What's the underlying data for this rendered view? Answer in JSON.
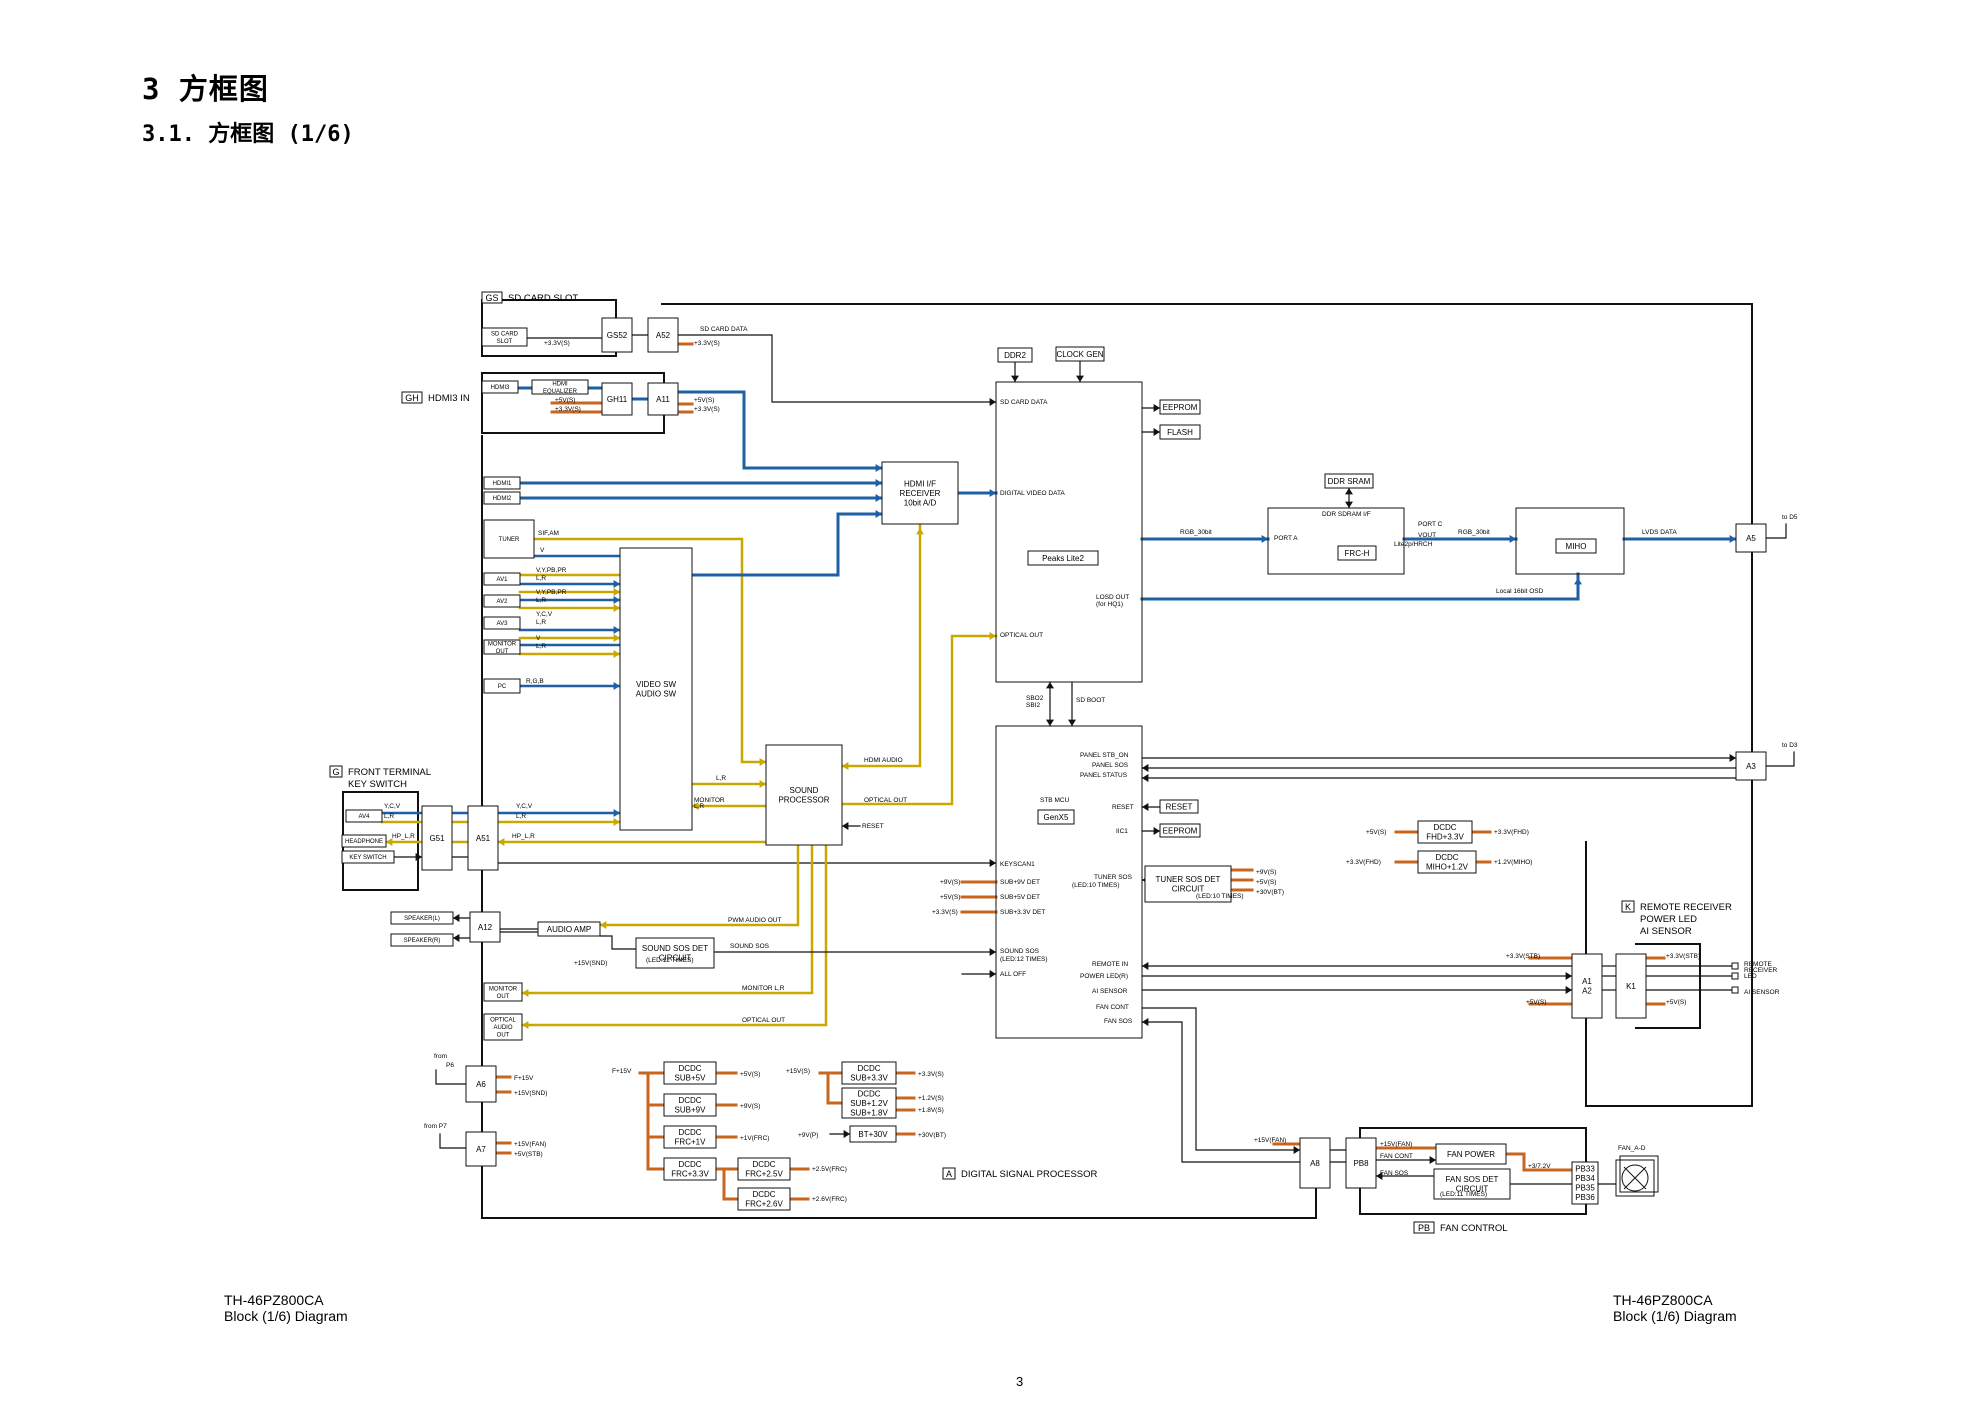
{
  "heading": {
    "chapter": "3  方框图",
    "section": "3.1.  方框图 (1/6)"
  },
  "footer": {
    "left_model": "TH-46PZ800CA",
    "left_title": "Block (1/6) Diagram",
    "right_model": "TH-46PZ800CA",
    "right_title": "Block (1/6) Diagram",
    "page_number": "3"
  },
  "colors": {
    "blue": "#1f5fa3",
    "yellow": "#c9a800",
    "orange": "#c8661e",
    "line": "#111111"
  },
  "board_labels": [
    {
      "tag": "GS",
      "name": "SD CARD SLOT"
    },
    {
      "tag": "GH",
      "name": "HDMI3 IN"
    },
    {
      "tag": "G",
      "name": "FRONT TERMINAL",
      "name2": "KEY SWITCH"
    },
    {
      "tag": "K",
      "name": "REMOTE RECEIVER",
      "name2": "POWER LED",
      "name3": "AI SENSOR"
    },
    {
      "tag": "A",
      "name": "DIGITAL SIGNAL PROCESSOR"
    },
    {
      "tag": "PB",
      "name": "FAN CONTROL"
    }
  ],
  "blocks": [
    {
      "id": "sdslot",
      "lines": [
        "SD CARD",
        "SLOT"
      ]
    },
    {
      "id": "gs52",
      "lines": [
        "GS52"
      ]
    },
    {
      "id": "a52",
      "lines": [
        "A52"
      ]
    },
    {
      "id": "hdmi3",
      "lines": [
        "HDMI3"
      ]
    },
    {
      "id": "hdmieq",
      "lines": [
        "HDMI",
        "EQUALIZER"
      ]
    },
    {
      "id": "gh11",
      "lines": [
        "GH11"
      ]
    },
    {
      "id": "a11",
      "lines": [
        "A11"
      ]
    },
    {
      "id": "hdmi1",
      "lines": [
        "HDMI1"
      ]
    },
    {
      "id": "hdmi2",
      "lines": [
        "HDMI2"
      ]
    },
    {
      "id": "tuner",
      "lines": [
        "TUNER"
      ]
    },
    {
      "id": "av1",
      "lines": [
        "AV1"
      ]
    },
    {
      "id": "av2",
      "lines": [
        "AV2"
      ]
    },
    {
      "id": "av3",
      "lines": [
        "AV3"
      ]
    },
    {
      "id": "monout1",
      "lines": [
        "MONITOR",
        "OUT"
      ]
    },
    {
      "id": "pc",
      "lines": [
        "PC"
      ]
    },
    {
      "id": "videosw",
      "lines": [
        "VIDEO SW",
        "AUDIO SW"
      ]
    },
    {
      "id": "hdmiif",
      "lines": [
        "HDMI I/F",
        "RECEIVER",
        "10bit A/D"
      ]
    },
    {
      "id": "ddr2",
      "lines": [
        "DDR2"
      ]
    },
    {
      "id": "clockgen",
      "lines": [
        "CLOCK GEN"
      ]
    },
    {
      "id": "eeprom1",
      "lines": [
        "EEPROM"
      ]
    },
    {
      "id": "flash",
      "lines": [
        "FLASH"
      ]
    },
    {
      "id": "peaks",
      "lines": [
        "Peaks Lite2"
      ]
    },
    {
      "id": "ddrsram",
      "lines": [
        "DDR SRAM"
      ]
    },
    {
      "id": "frch",
      "lines": [
        "FRC-H"
      ]
    },
    {
      "id": "miho",
      "lines": [
        "MIHO"
      ]
    },
    {
      "id": "a5",
      "lines": [
        "A5"
      ]
    },
    {
      "id": "a3",
      "lines": [
        "A3"
      ]
    },
    {
      "id": "sound",
      "lines": [
        "SOUND",
        "PROCESSOR"
      ]
    },
    {
      "id": "genx5",
      "lines": [
        "GenX5"
      ]
    },
    {
      "id": "reset",
      "lines": [
        "RESET"
      ]
    },
    {
      "id": "eeprom2",
      "lines": [
        "EEPROM"
      ]
    },
    {
      "id": "tunersos",
      "lines": [
        "TUNER SOS DET",
        "CIRCUIT"
      ]
    },
    {
      "id": "dcdc_fhd",
      "lines": [
        "DCDC",
        "FHD+3.3V"
      ]
    },
    {
      "id": "dcdc_miho",
      "lines": [
        "DCDC",
        "MIHO+1.2V"
      ]
    },
    {
      "id": "av4",
      "lines": [
        "AV4"
      ]
    },
    {
      "id": "headphone",
      "lines": [
        "HEADPHONE"
      ]
    },
    {
      "id": "keysw",
      "lines": [
        "KEY SWITCH"
      ]
    },
    {
      "id": "g51",
      "lines": [
        "G51"
      ]
    },
    {
      "id": "a51",
      "lines": [
        "A51"
      ]
    },
    {
      "id": "spkl",
      "lines": [
        "SPEAKER(L)"
      ]
    },
    {
      "id": "spkr",
      "lines": [
        "SPEAKER(R)"
      ]
    },
    {
      "id": "a12",
      "lines": [
        "A12"
      ]
    },
    {
      "id": "audioamp",
      "lines": [
        "AUDIO AMP"
      ]
    },
    {
      "id": "soundsos",
      "lines": [
        "SOUND SOS DET",
        "CIRCUIT"
      ]
    },
    {
      "id": "monout2",
      "lines": [
        "MONITOR",
        "OUT"
      ]
    },
    {
      "id": "optout",
      "lines": [
        "OPTICAL",
        "AUDIO",
        "OUT"
      ]
    },
    {
      "id": "a6",
      "lines": [
        "A6"
      ]
    },
    {
      "id": "a7",
      "lines": [
        "A7"
      ]
    },
    {
      "id": "dcdc_sub5",
      "lines": [
        "DCDC",
        "SUB+5V"
      ]
    },
    {
      "id": "dcdc_sub9",
      "lines": [
        "DCDC",
        "SUB+9V"
      ]
    },
    {
      "id": "dcdc_frc1",
      "lines": [
        "DCDC",
        "FRC+1V"
      ]
    },
    {
      "id": "dcdc_frc33",
      "lines": [
        "DCDC",
        "FRC+3.3V"
      ]
    },
    {
      "id": "dcdc_frc25",
      "lines": [
        "DCDC",
        "FRC+2.5V"
      ]
    },
    {
      "id": "dcdc_frc26",
      "lines": [
        "DCDC",
        "FRC+2.6V"
      ]
    },
    {
      "id": "dcdc_sub33",
      "lines": [
        "DCDC",
        "SUB+3.3V"
      ]
    },
    {
      "id": "dcdc_sub12",
      "lines": [
        "DCDC",
        "SUB+1.2V",
        "SUB+1.8V"
      ]
    },
    {
      "id": "bt30",
      "lines": [
        "BT+30V"
      ]
    },
    {
      "id": "a1a2",
      "lines": [
        "A1",
        "A2"
      ]
    },
    {
      "id": "k1",
      "lines": [
        "K1"
      ]
    },
    {
      "id": "a8",
      "lines": [
        "A8"
      ]
    },
    {
      "id": "pb8",
      "lines": [
        "PB8"
      ]
    },
    {
      "id": "fanpower",
      "lines": [
        "FAN POWER"
      ]
    },
    {
      "id": "fansos",
      "lines": [
        "FAN SOS DET",
        "CIRCUIT"
      ]
    },
    {
      "id": "pb33",
      "lines": [
        "PB33",
        "PB34",
        "PB35",
        "PB36"
      ]
    }
  ],
  "labels": [
    "+3.3V(S)",
    "SD CARD DATA",
    "+3.3V(S)",
    "+5V(S)",
    "+3.3V(S)",
    "+5V(S)",
    "+3.3V(S)",
    "SIF,AM",
    "V",
    "V,Y,PB,PR",
    "L,R",
    "V,Y,PB,PR",
    "L,R",
    "Y,C,V",
    "L,R",
    "V",
    "L,R",
    "R,G,B",
    "SD CARD DATA",
    "DIGITAL VIDEO DATA",
    "OPTICAL OUT",
    "LOSD OUT",
    "(for HQ1)",
    "RGB_30bit",
    "DDR SDRAM I/F",
    "PORT A",
    "PORT C",
    "VOUT",
    "Lite2p/HRCH",
    "RGB_30bit",
    "LVDS DATA",
    "to D5",
    "Local 16bit OSD",
    "SBO2",
    "SBI2",
    "SD BOOT",
    "PANEL STB_ON",
    "PANEL SOS",
    "PANEL STATUS",
    "to D3",
    "HDMI AUDIO",
    "L,R",
    "MONITOR",
    "L,R",
    "OPTICAL OUT",
    "RESET",
    "STB MCU",
    "RESET",
    "IIC1",
    "KEYSCAN1",
    "+9V(S)",
    "SUB+9V DET",
    "+5V(S)",
    "SUB+5V DET",
    "+3.3V(S)",
    "SUB+3.3V DET",
    "TUNER SOS",
    "(LED:10 TIMES)",
    "(LED:10 TIMES)",
    "+9V(S)",
    "+5V(S)",
    "+30V(BT)",
    "+5V(S)",
    "+3.3V(FHD)",
    "+3.3V(FHD)",
    "+1.2V(MIHO)",
    "Y,C,V",
    "L,R",
    "HP_L,R",
    "Y,C,V",
    "L,R",
    "HP_L,R",
    "PWM AUDIO OUT",
    "SOUND SOS",
    "+15V(SND)",
    "(LED:12 TIMES)",
    "SOUND SOS",
    "(LED:12 TIMES)",
    "ALL OFF",
    "MONITOR L,R",
    "OPTICAL OUT",
    "REMOTE IN",
    "POWER LED(R)",
    "AI SENSOR",
    "FAN CONT",
    "FAN SOS",
    "+3.3V(STB)",
    "+5V(S)",
    "+3.3V(STB)",
    "+5V(S)",
    "REMOTE",
    "RECEIVER",
    "LED",
    "AI SENSOR",
    "from",
    "P6",
    "F+15V",
    "+15V(SND)",
    "from P7",
    "+15V(FAN)",
    "+5V(STB)",
    "F+15V",
    "+5V(S)",
    "+9V(S)",
    "+1V(FRC)",
    "+2.5V(FRC)",
    "+2.6V(FRC)",
    "+15V(S)",
    "+3.3V(S)",
    "+1.2V(S)",
    "+1.8V(S)",
    "+9V(P)",
    "+30V(BT)",
    "+15V(FAN)",
    "+15V(FAN)",
    "FAN CONT",
    "FAN SOS",
    "+3/7.2V",
    "(LED:11 TIMES)",
    "FAN_A-D"
  ]
}
